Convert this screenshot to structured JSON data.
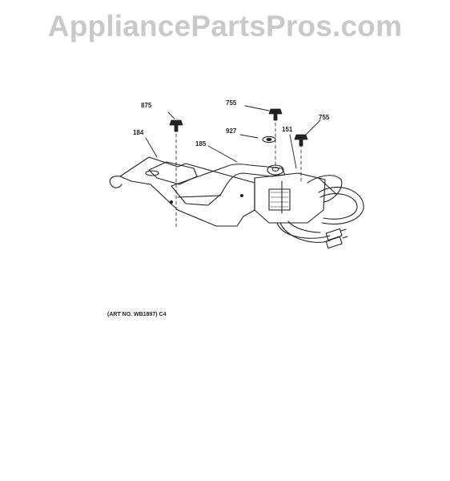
{
  "watermark": {
    "text": "AppliancePartsPros.com"
  },
  "callouts": [
    "875",
    "755",
    "927",
    "151",
    "755",
    "184",
    "185"
  ],
  "art_number": "(ART NO. WB1897) C4",
  "colors": {
    "watermark": "#c9c9c9",
    "linework": "#222222",
    "background": "#ffffff"
  }
}
